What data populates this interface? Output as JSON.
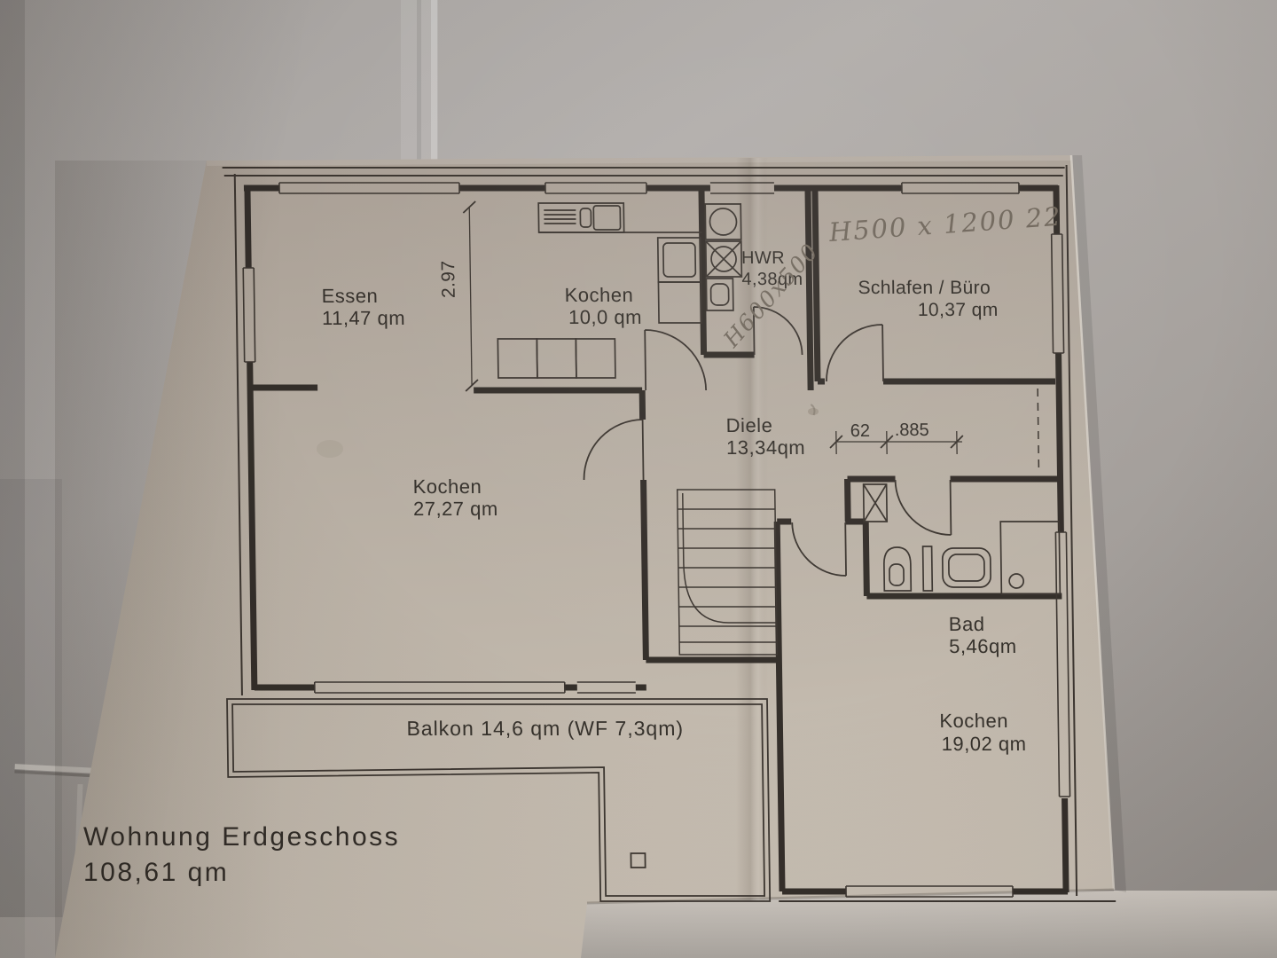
{
  "plan": {
    "title": "Wohnung Erdgeschoss",
    "total_area": "108,61 qm",
    "rooms": [
      {
        "name": "Essen",
        "area": "11,47 qm"
      },
      {
        "name": "Kochen",
        "area": "10,0  qm"
      },
      {
        "name": "HWR",
        "area": "4,38qm"
      },
      {
        "name": "Schlafen  /  Büro",
        "area": "10,37  qm"
      },
      {
        "name": "Diele",
        "area": "13,34qm"
      },
      {
        "name": "Kochen",
        "area": "27,27  qm"
      },
      {
        "name": "Bad",
        "area": "5,46qm"
      },
      {
        "name": "Kochen",
        "area": "19,02  qm"
      }
    ],
    "balcony_label": "Balkon  14,6  qm  (WF  7,3qm)",
    "dimensions": {
      "opening_height": "2.97",
      "d62": "62",
      "d885": ".885"
    },
    "handwritten": {
      "window_note": "H500 x 1200 22",
      "door_note": "H600x500"
    }
  }
}
